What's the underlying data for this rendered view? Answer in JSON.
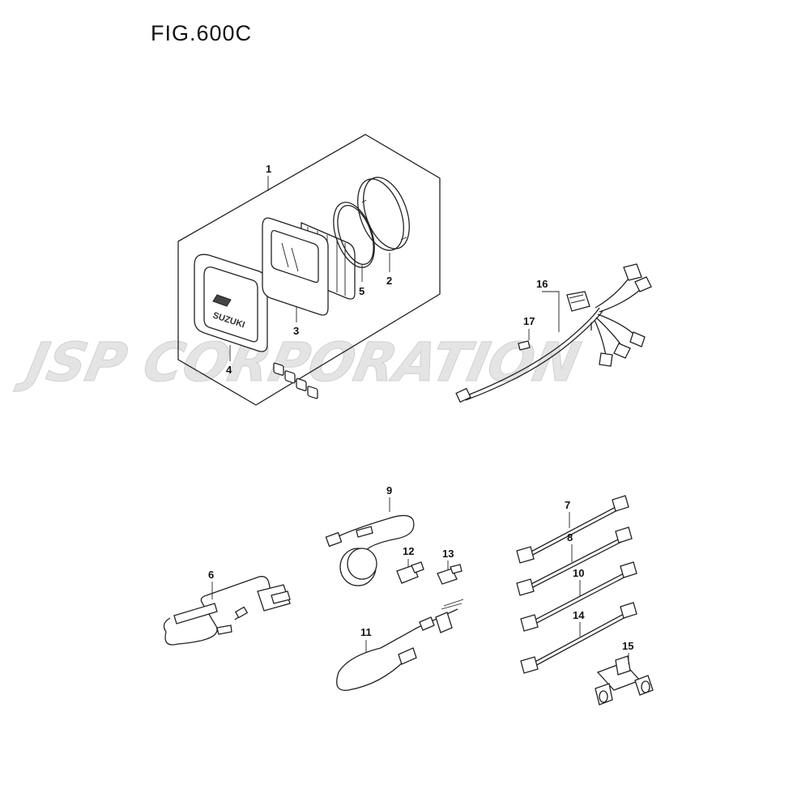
{
  "figure": {
    "title": "FIG.600C"
  },
  "watermark": {
    "text": "JSP CORPORATION"
  },
  "callouts": [
    {
      "id": "c1",
      "label": "1"
    },
    {
      "id": "c2",
      "label": "2"
    },
    {
      "id": "c3",
      "label": "3"
    },
    {
      "id": "c4",
      "label": "4"
    },
    {
      "id": "c5",
      "label": "5"
    },
    {
      "id": "c6",
      "label": "6"
    },
    {
      "id": "c7",
      "label": "7"
    },
    {
      "id": "c8",
      "label": "8"
    },
    {
      "id": "c9",
      "label": "9"
    },
    {
      "id": "c10",
      "label": "10"
    },
    {
      "id": "c11",
      "label": "11"
    },
    {
      "id": "c12",
      "label": "12"
    },
    {
      "id": "c13",
      "label": "13"
    },
    {
      "id": "c14",
      "label": "14"
    },
    {
      "id": "c15",
      "label": "15"
    },
    {
      "id": "c16",
      "label": "16"
    },
    {
      "id": "c17",
      "label": "17"
    }
  ],
  "bezel_logo": {
    "text": "SUZUKI"
  }
}
